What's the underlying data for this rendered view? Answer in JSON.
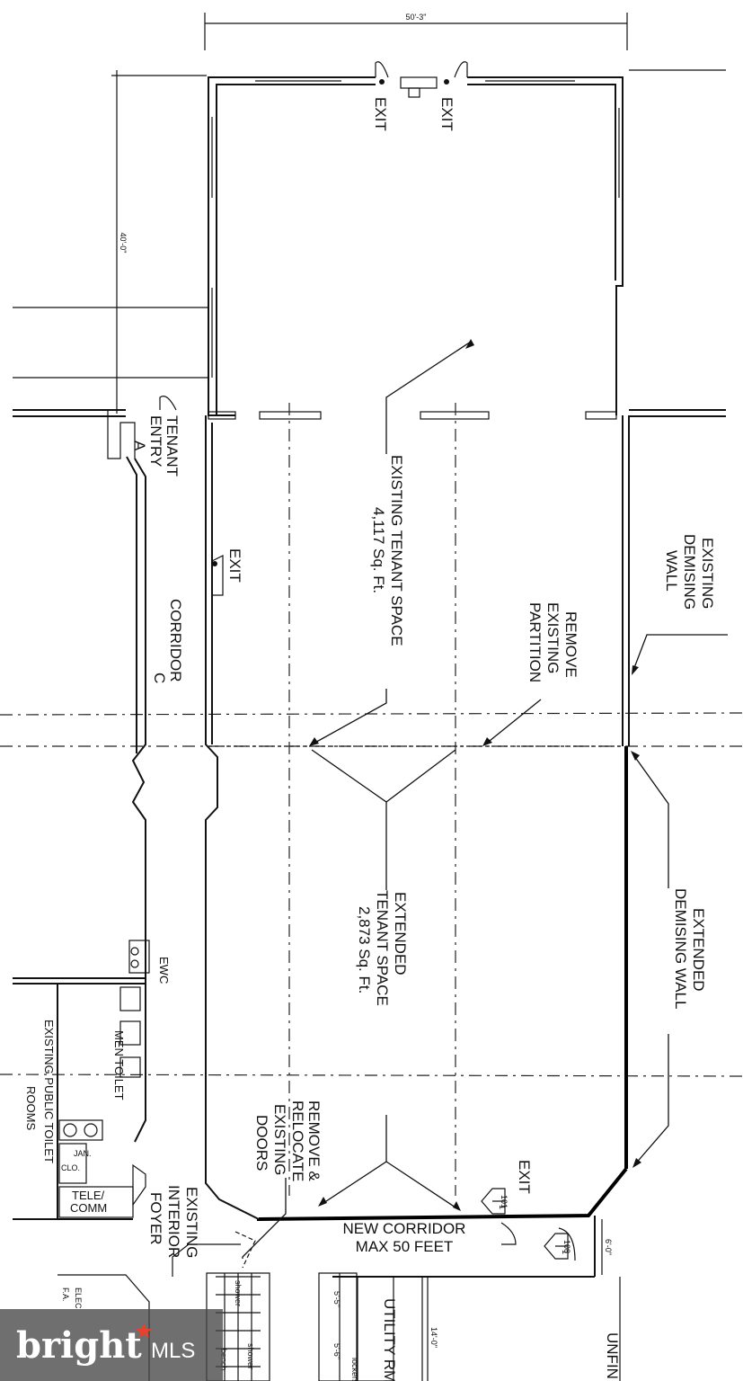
{
  "dimensions": {
    "overall_width": "50'-3\"",
    "side_depth": "40'-0\"",
    "corridor_depth": "6'-0\"",
    "b1": "5'-5\"",
    "b2": "5'-6\"",
    "b3": "14'-0\""
  },
  "labels": {
    "exit_top_left": "EXIT",
    "exit_top_right": "EXIT",
    "tenant_entry_l1": "TENANT",
    "tenant_entry_l2": "ENTRY",
    "tenant_entry_l3": "A",
    "exit_corridor": "EXIT",
    "corridor_l1": "CORRIDOR",
    "corridor_l2": "C",
    "existing_space_l1": "EXISTING TENANT SPACE",
    "existing_space_l2": "4,117 Sq. Ft.",
    "remove_l1": "REMOVE",
    "remove_l2": "EXISTING",
    "remove_l3": "PARTITION",
    "demising_l1": "EXISTING",
    "demising_l2": "DEMISING",
    "demising_l3": "WALL",
    "extended_space_l1": "EXTENDED",
    "extended_space_l2": "TENANT SPACE",
    "extended_space_l3": "2,873 Sq. Ft.",
    "ext_demising_l1": "EXTENDED",
    "ext_demising_l2": "DEMISING WALL",
    "ewc": "EWC",
    "men_toilet": "MEN TOILET",
    "public_toilet_l1": "EXISTING PUBLIC TOILET",
    "public_toilet_l2": "ROOMS",
    "jan_l1": "JAN.",
    "jan_l2": "CLO.",
    "tele_l1": "TELE/",
    "tele_l2": "COMM",
    "relocate_l1": "REMOVE &",
    "relocate_l2": "RELOCATE",
    "relocate_l3": "EXISTING",
    "relocate_l4": "DOORS",
    "foyer_l1": "EXISTING",
    "foyer_l2": "INTERIOR",
    "foyer_l3": "FOYER",
    "exit_bottom": "EXIT",
    "new_corridor_l1": "NEW CORRIDOR",
    "new_corridor_l2": "MAX 50 FEET",
    "tag1_top": "101",
    "tag1_bottom": "1",
    "tag2_top": "108",
    "tag2_bottom": "1",
    "utility": "UTILITY RM",
    "unfinished": "UNFIN",
    "elec": "ELEC",
    "fa": "F.A.",
    "lockers": "lockers",
    "shower1": "shower",
    "shower2": "shower",
    "bench": "bench"
  },
  "watermark": {
    "brand": "bright",
    "suffix": "MLS",
    "accent": "#e8412c"
  }
}
